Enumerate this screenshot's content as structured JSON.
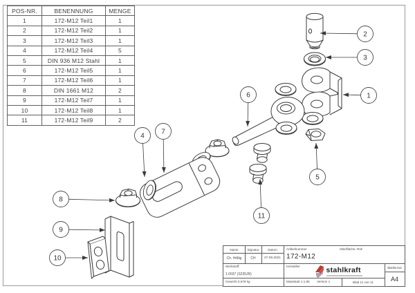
{
  "bom": {
    "headers": [
      "POS-NR.",
      "BENENNUNG",
      "MENGE"
    ],
    "rows": [
      [
        "1",
        "172-M12 Teil1",
        "1"
      ],
      [
        "2",
        "172-M12 Teil2",
        "1"
      ],
      [
        "3",
        "172-M12 Teil3",
        "1"
      ],
      [
        "4",
        "172-M12 Teil4",
        "5"
      ],
      [
        "5",
        "DIN 936 M12 Stahl",
        "1"
      ],
      [
        "6",
        "172-M12 Teil5",
        "1"
      ],
      [
        "7",
        "172-M12 Teil6",
        "1"
      ],
      [
        "8",
        "DIN 1661 M12",
        "2"
      ],
      [
        "9",
        "172-M12 Teil7",
        "1"
      ],
      [
        "10",
        "172-M12 Teil8",
        "1"
      ],
      [
        "11",
        "172-M12 Teil9",
        "2"
      ]
    ]
  },
  "drawing": {
    "callouts": [
      "1",
      "2",
      "3",
      "4",
      "5",
      "6",
      "7",
      "8",
      "9",
      "10",
      "11"
    ]
  },
  "title_block": {
    "name_label": "Name",
    "signatur_label": "Signatur",
    "datum_label": "Datum",
    "name_value": "Ch. Höllig",
    "signatur_value": "CH",
    "datum_value": "27.09.2021",
    "artikelnummer_label": "Artikelnummer",
    "artikelnummer_value": "172-M12",
    "oberflaeche": "Oberfläche:   Roh",
    "werkstoff_label": "Werkstoff:",
    "werkstoff_value": "1.0037 (S235JR)",
    "hersteller_label": "Hersteller",
    "logo_text": "stahlkraft",
    "gewicht": "Gewicht 0,679 kg",
    "massstab": "Massstab 1:1.65",
    "version": "Version 1",
    "blatt": "Blatt 11 von 11",
    "blattformat_label": "Blattformat",
    "blattformat_value": "A4"
  },
  "colors": {
    "logo_red": "#c5362e",
    "logo_gray": "#a2a6aa",
    "line": "#3a3a3a"
  }
}
